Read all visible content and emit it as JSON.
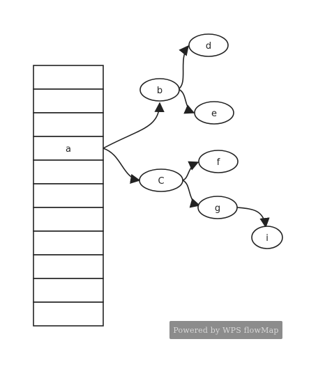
{
  "array": {
    "labels": [
      "",
      "",
      "",
      "a",
      "",
      "",
      "",
      "",
      "",
      "",
      ""
    ]
  },
  "nodes": {
    "b": "b",
    "c": "C",
    "d": "d",
    "e": "e",
    "f": "f",
    "g": "g",
    "i": "i"
  },
  "watermark": "Powered by WPS flowMap"
}
